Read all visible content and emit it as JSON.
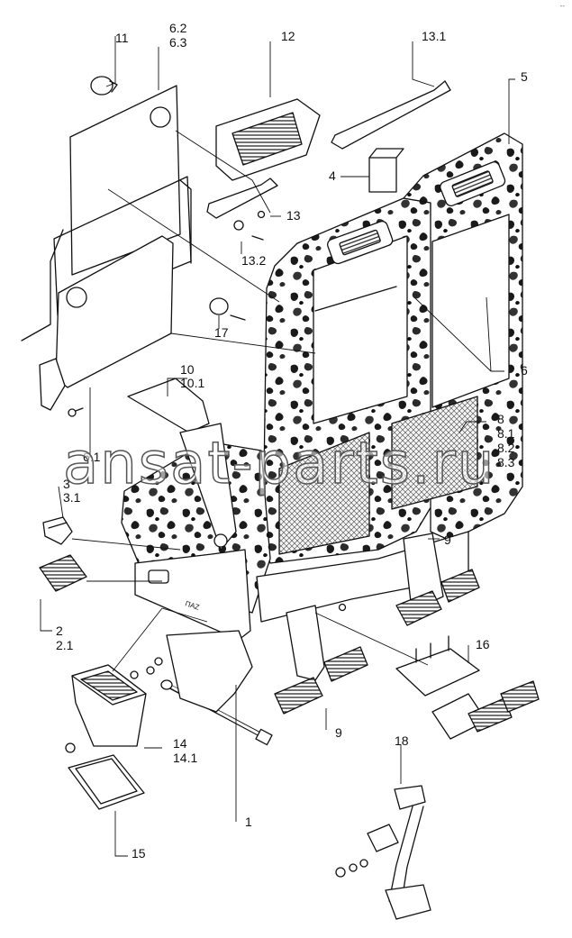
{
  "watermark": "ansat-parts.ru",
  "corner_mark": "--",
  "callouts": {
    "c11": "11",
    "c62": "6.2",
    "c63": "6.3",
    "c12": "12",
    "c131": "13.1",
    "c5": "5",
    "c4": "4",
    "c13": "13",
    "c132": "13.2",
    "c17": "17",
    "c6": "6",
    "c10": "10",
    "c101": "10.1",
    "c8": "8",
    "c81": "8.1",
    "c82": "8.2",
    "c83": "8.3",
    "c61": "6.1",
    "c3": "3",
    "c31": "3.1",
    "c2": "2",
    "c21": "2.1",
    "c9a": "9",
    "c9b": "9",
    "c16": "16",
    "c14": "14",
    "c141": "14.1",
    "c18": "18",
    "c15": "15",
    "c1": "1"
  }
}
